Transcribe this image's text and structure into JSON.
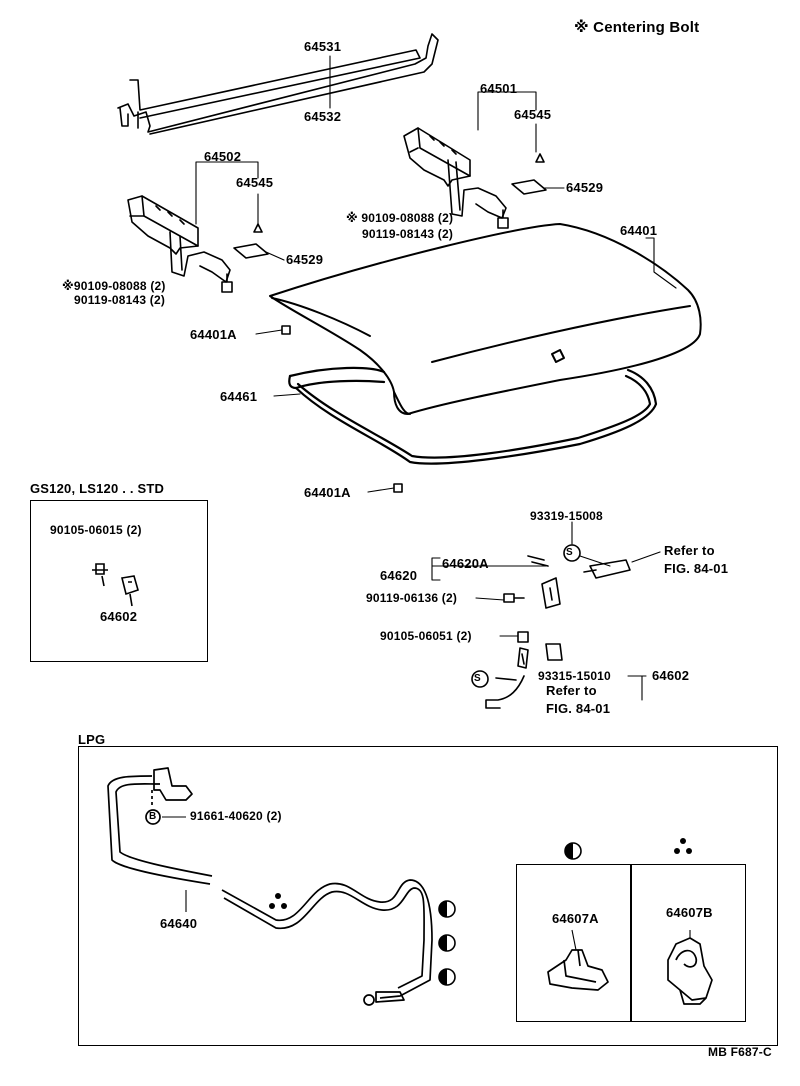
{
  "legend": {
    "symbol": "※",
    "text": "Centering Bolt"
  },
  "parts": {
    "p64531": "64531",
    "p64532": "64532",
    "p64501": "64501",
    "p64545_r": "64545",
    "p64529_r": "64529",
    "bolt_r1": "※ 90109-08088 (2)",
    "bolt_r2": "90119-08143 (2)",
    "p64502": "64502",
    "p64545_l": "64545",
    "p64529_l": "64529",
    "bolt_l1": "※90109-08088 (2)",
    "bolt_l2": "90119-08143 (2)",
    "p64401": "64401",
    "p64401A_1": "64401A",
    "p64461": "64461",
    "p64401A_2": "64401A",
    "p93319": "93319-15008",
    "p64620A": "64620A",
    "p64620": "64620",
    "refer1_a": "Refer to",
    "refer1_b": "FIG. 84-01",
    "p90119_06136": "90119-06136 (2)",
    "p90105_06051": "90105-06051 (2)",
    "p93315": "93315-15010",
    "p64602_main": "64602",
    "refer2_a": "Refer to",
    "refer2_b": "FIG. 84-01",
    "s_symbol": "S"
  },
  "std_box": {
    "title": "GS120, LS120 . . STD",
    "bolt": "90105-06015 (2)",
    "part": "64602"
  },
  "lpg_box": {
    "title": "LPG",
    "clip": "91661-40620 (2)",
    "clip_symbol": "B",
    "cable": "64640",
    "sub_a": "64607A",
    "sub_b": "64607B"
  },
  "footer": {
    "code": "MB  F687-C"
  }
}
